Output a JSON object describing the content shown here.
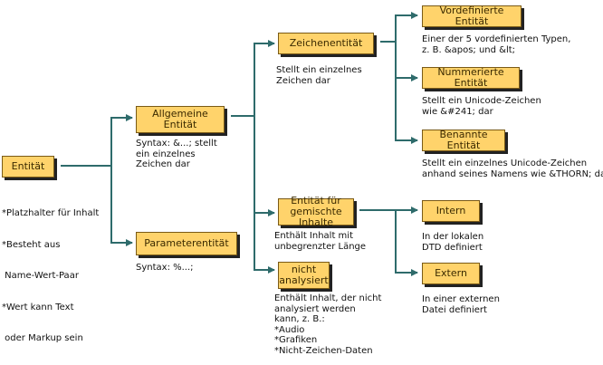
{
  "nodes": {
    "entitaet": {
      "label": "Entität",
      "desc_lines": [
        "*Platzhalter für Inhalt",
        "*Besteht aus",
        " Name-Wert-Paar",
        "*Wert kann Text",
        " oder Markup sein"
      ]
    },
    "allgemeine": {
      "label_lines": [
        "Allgemeine",
        "Entität"
      ],
      "desc_lines": [
        "Syntax: &...; stellt",
        "ein einzelnes",
        "Zeichen dar"
      ]
    },
    "parameter": {
      "label": "Parameterentität",
      "desc_lines": [
        "Syntax: %...;"
      ]
    },
    "zeichen": {
      "label": "Zeichenentität",
      "desc_lines": [
        "Stellt ein einzelnes",
        "Zeichen dar"
      ]
    },
    "gemischt": {
      "label_lines": [
        "Entität für",
        "gemischte Inhalte"
      ],
      "desc_lines": [
        "Enthält Inhalt mit",
        "unbegrenzter Länge"
      ]
    },
    "nicht": {
      "label_lines": [
        "nicht",
        "analysiert"
      ],
      "desc_lines": [
        "Enthält Inhalt, der nicht",
        "analysiert werden",
        "kann, z. B.:",
        "*Audio",
        "*Grafiken",
        "*Nicht-Zeichen-Daten"
      ]
    },
    "vordefiniert": {
      "label": "Vordefinierte Entität",
      "desc_lines": [
        "Einer der 5 vordefinierten Typen,",
        "z. B. &apos; und &lt;"
      ]
    },
    "nummeriert": {
      "label": "Nummerierte Entität",
      "desc_lines": [
        "Stellt ein Unicode-Zeichen",
        "wie &#241; dar"
      ]
    },
    "benannt": {
      "label": "Benannte Entität",
      "desc_lines": [
        "Stellt ein einzelnes Unicode-Zeichen",
        "anhand seines Namens wie &THORN; dar"
      ]
    },
    "intern": {
      "label": "Intern",
      "desc_lines": [
        "In der lokalen",
        "DTD definiert"
      ]
    },
    "extern": {
      "label": "Extern",
      "desc_lines": [
        "In einer externen",
        "Datei definiert"
      ]
    }
  },
  "colors": {
    "box_fill": "#ffd36b",
    "box_border": "#7a5a16",
    "connector": "#2e6b6b"
  }
}
